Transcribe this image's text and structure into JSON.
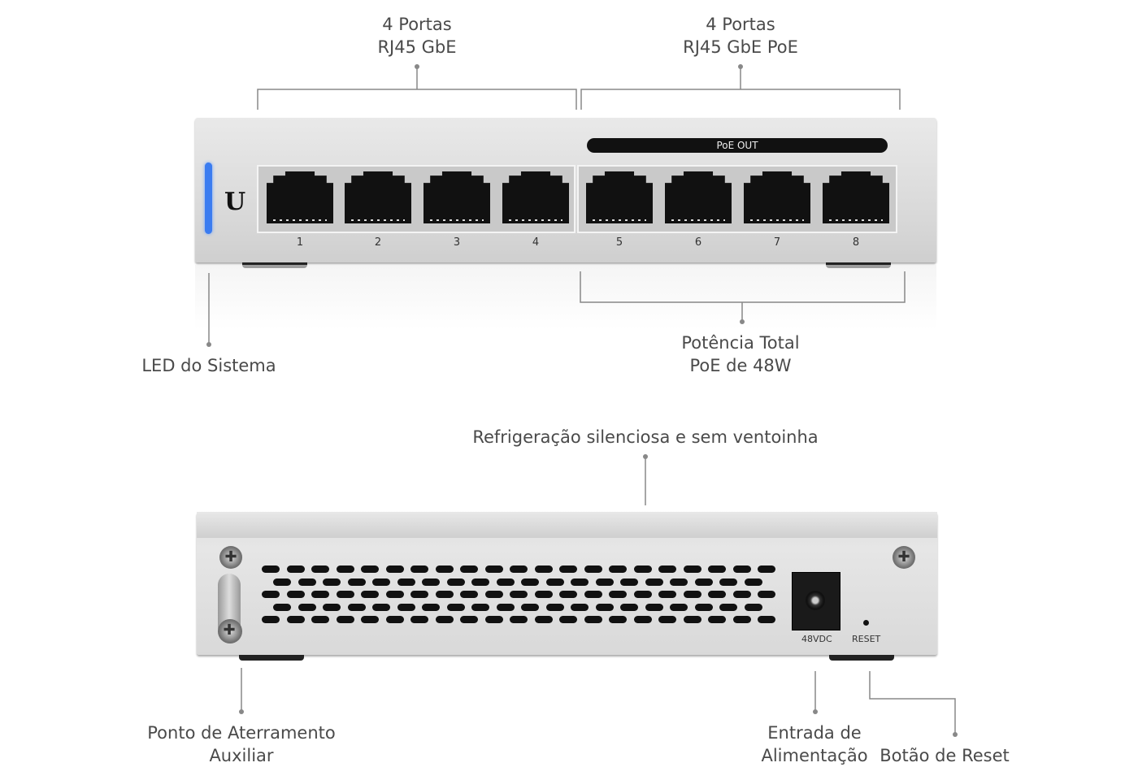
{
  "callouts": {
    "rj45": [
      "4 Portas",
      "RJ45 GbE"
    ],
    "rj45_poe": [
      "4 Portas",
      "RJ45 GbE PoE"
    ],
    "led": "LED do Sistema",
    "poe_total": [
      "Potência Total",
      "PoE de 48W"
    ],
    "cooling": "Refrigeração silenciosa e sem ventoinha",
    "ground": [
      "Ponto de Aterramento",
      "Auxiliar"
    ],
    "power": [
      "Entrada de",
      "Alimentação"
    ],
    "reset": "Botão de Reset"
  },
  "front_panel": {
    "poe_label": "PoE OUT",
    "ports": [
      "1",
      "2",
      "3",
      "4",
      "5",
      "6",
      "7",
      "8"
    ],
    "led_color": "#3b7cf0",
    "logo": "U"
  },
  "back_panel": {
    "power_label": "48VDC",
    "reset_label": "RESET"
  }
}
